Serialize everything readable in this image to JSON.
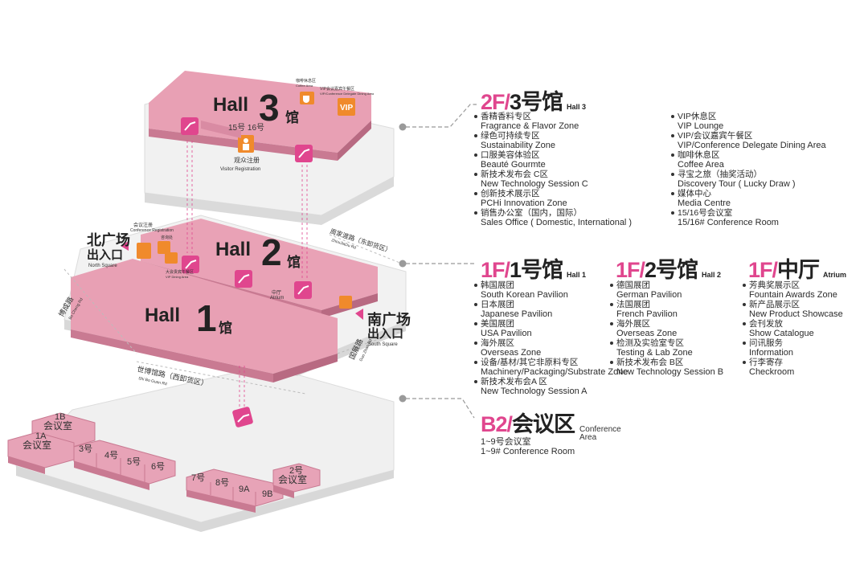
{
  "halls": {
    "hall3": {
      "name": "Hall",
      "num": "3",
      "zh": "馆"
    },
    "hall2": {
      "name": "Hall",
      "num": "2",
      "zh": "馆"
    },
    "hall1": {
      "name": "Hall",
      "num": "1",
      "zh": "馆"
    }
  },
  "map_labels": {
    "rooms_15_16": "15号 16号",
    "visitor_reg_zh": "观众注册",
    "visitor_reg_en": "Visitor Registration",
    "coffee_zh": "咖啡休息区",
    "coffee_en": "Coffee Area",
    "vip_zh": "VIP会议嘉宾午餐区",
    "vip_en": "VIP/Conference Delegate Dining Area",
    "vip": "VIP",
    "north_square_zh": "北广场",
    "north_square_en": "North Square",
    "north_entrance": "出入口",
    "south_square_zh": "南广场",
    "south_square_en": "South Square",
    "south_entrance": "出入口",
    "conf_reg_zh": "会议注册",
    "conf_reg_en": "Conference Registration",
    "atrium_zh": "中厅",
    "atrium_en": "Atrium",
    "zhoushi_road_zh": "周家渡路（东卸货区）",
    "zhoushi_road_en": "ZhouJiaDu Rd",
    "shibo_road_zh": "世博馆路（西卸货区）",
    "shibo_road_en": "Shi Bo Guan Rd",
    "west_road_zh": "博成路",
    "west_road_en": "Bo Cheng Rd",
    "east_road_zh": "国展路",
    "east_road_en": "Guo Zhan Rd",
    "dining_zh": "大会贵宾午餐区",
    "dining_en": "VIP Dining Area",
    "other_small": "咨询处",
    "room_1b_a": "1B",
    "room_1b_b": "会议室",
    "room_1a_a": "1A",
    "room_1a_b": "会议室",
    "room_3": "3号",
    "room_4": "4号",
    "room_5": "5号",
    "room_6": "6号",
    "room_7": "7号",
    "room_8": "8号",
    "room_9a": "9A",
    "room_9b": "9B",
    "room_2_a": "2号",
    "room_2_b": "会议室"
  },
  "sections": {
    "f2": {
      "floor": "2F/",
      "hall": "3号馆",
      "en": "Hall 3",
      "col1": [
        {
          "zh": "香精香料专区",
          "en": "Fragrance & Flavor Zone"
        },
        {
          "zh": "绿色可持续专区",
          "en": "Sustainability Zone"
        },
        {
          "zh": "口服美容体验区",
          "en": "Beauté Gourmte"
        },
        {
          "zh": "新技术发布会 C区",
          "en": "New Technology Session C"
        },
        {
          "zh": "创新技术展示区",
          "en": "PCHi Innovation Zone"
        },
        {
          "zh": "销售办公室（国内，国际）",
          "en": "Sales Office ( Domestic, International )"
        }
      ],
      "col2": [
        {
          "zh": "VIP休息区",
          "en": "VIP Lounge"
        },
        {
          "zh": "VIP/会议嘉宾午餐区",
          "en": "VIP/Conference Delegate Dining Area"
        },
        {
          "zh": "咖啡休息区",
          "en": "Coffee Area"
        },
        {
          "zh": "寻宝之旅（抽奖活动）",
          "en": "Discovery Tour ( Lucky Draw )"
        },
        {
          "zh": "媒体中心",
          "en": "Media Centre"
        },
        {
          "zh": "15/16号会议室",
          "en": "15/16# Conference Room"
        }
      ]
    },
    "f1a": {
      "floor": "1F/",
      "hall": "1号馆",
      "en": "Hall 1",
      "items": [
        {
          "zh": "韩国展团",
          "en": "South Korean Pavilion"
        },
        {
          "zh": "日本展团",
          "en": "Japanese Pavilion"
        },
        {
          "zh": "美国展团",
          "en": "USA Pavilion"
        },
        {
          "zh": "海外展区",
          "en": "Overseas Zone"
        },
        {
          "zh": "设备/基材/其它非原料专区",
          "en": "Machinery/Packaging/Substrate Zone"
        },
        {
          "zh": "新技术发布会A 区",
          "en": "New Technology Session A"
        }
      ]
    },
    "f1b": {
      "floor": "1F/",
      "hall": "2号馆",
      "en": "Hall 2",
      "items": [
        {
          "zh": "德国展团",
          "en": "German Pavilion"
        },
        {
          "zh": "法国展团",
          "en": "French Pavilion"
        },
        {
          "zh": "海外展区",
          "en": "Overseas Zone"
        },
        {
          "zh": "检测及实验室专区",
          "en": "Testing & Lab Zone"
        },
        {
          "zh": "新技术发布会 B区",
          "en": "New Technology Session B"
        }
      ]
    },
    "f1c": {
      "floor": "1F/",
      "hall": "中厅",
      "en": "Atrium",
      "items": [
        {
          "zh": "芳典奖展示区",
          "en": "Fountain Awards Zone"
        },
        {
          "zh": "新产品展示区",
          "en": "New Product Showcase"
        },
        {
          "zh": "会刊发放",
          "en": "Show Catalogue"
        },
        {
          "zh": "问讯服务",
          "en": "Information"
        },
        {
          "zh": "行李寄存",
          "en": "Checkroom"
        }
      ]
    },
    "b2": {
      "floor": "B2/",
      "hall": "会议区",
      "en_a": "Conference",
      "en_b": "Area",
      "zh": "1~9号会议室",
      "en": "1~9# Conference Room"
    }
  },
  "colors": {
    "pink": "#e0468e",
    "hall": "#e8a0b4",
    "hall_edge": "#c97a92",
    "floor": "#eeeeee",
    "orange": "#f08a2c"
  }
}
